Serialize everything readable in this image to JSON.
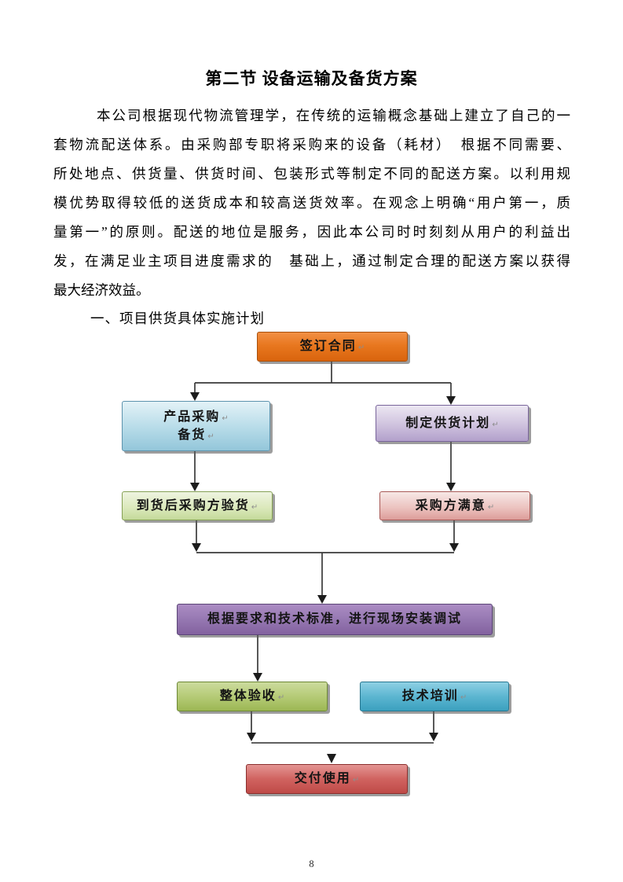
{
  "document": {
    "title": "第二节 设备运输及备货方案",
    "paragraph_lines": [
      "本公司根据现代物流管理学，在传统的运输概念基础上建立了自己的一",
      "套物流配送体系。由采购部专职将采购来的设备（耗材）　根据不同需要、",
      "所处地点、供货量、供货时间、包装形式等制定不同的配送方案。以利用规",
      "模优势取得较低的送货成本和较高送货效率。在观念上明确“用户第一，质",
      "量第一”的原则。配送的地位是服务，因此本公司时时刻刻从用户的利益出",
      "发，在满足业主项目进度需求的　基础上，通过制定合理的配送方案以获得",
      "最大经济效益。"
    ],
    "section_heading": "一、项目供货具体实施计划",
    "page_number": "8"
  },
  "flowchart": {
    "return_mark": "↵",
    "nodes": {
      "sign": {
        "label": "签订合同",
        "color": "#e8771f"
      },
      "procure": {
        "line1": "产品采购",
        "line2": "备货",
        "color": "#a9d3e2"
      },
      "plan": {
        "label": "制定供货计划",
        "color": "#c3b2d6"
      },
      "inspect": {
        "label": "到货后采购方验货",
        "color": "#d3e3ad"
      },
      "satisfied": {
        "label": "采购方满意",
        "color": "#e8b0ac"
      },
      "install": {
        "label": "根据要求和技术标准，进行现场安装调试",
        "color": "#9173ae"
      },
      "accept": {
        "label": "整体验收",
        "color": "#aec46d"
      },
      "training": {
        "label": "技术培训",
        "color": "#55b2cd"
      },
      "deliver": {
        "label": "交付使用",
        "color": "#cd5f5c"
      }
    },
    "connector_color": "#3a3a3a"
  }
}
